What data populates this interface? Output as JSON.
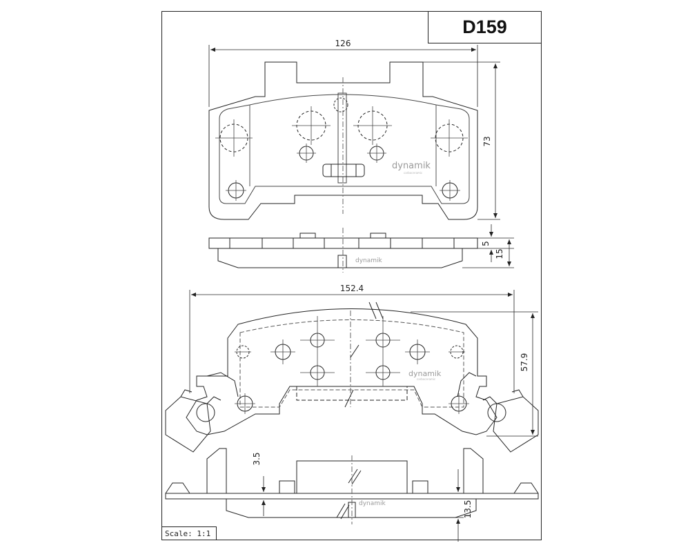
{
  "part_number": "D159",
  "scale_label": "Scale: 1:1",
  "dimensions": {
    "width_a": "126",
    "height_a": "73",
    "thickness_backing": "5",
    "thickness_total": "15",
    "width_b": "152.4",
    "height_b": "57.9",
    "offset_c": "3.5",
    "thickness_c": "13.5"
  },
  "brand": {
    "name": "dynamik",
    "tagline": "carboceramic"
  }
}
